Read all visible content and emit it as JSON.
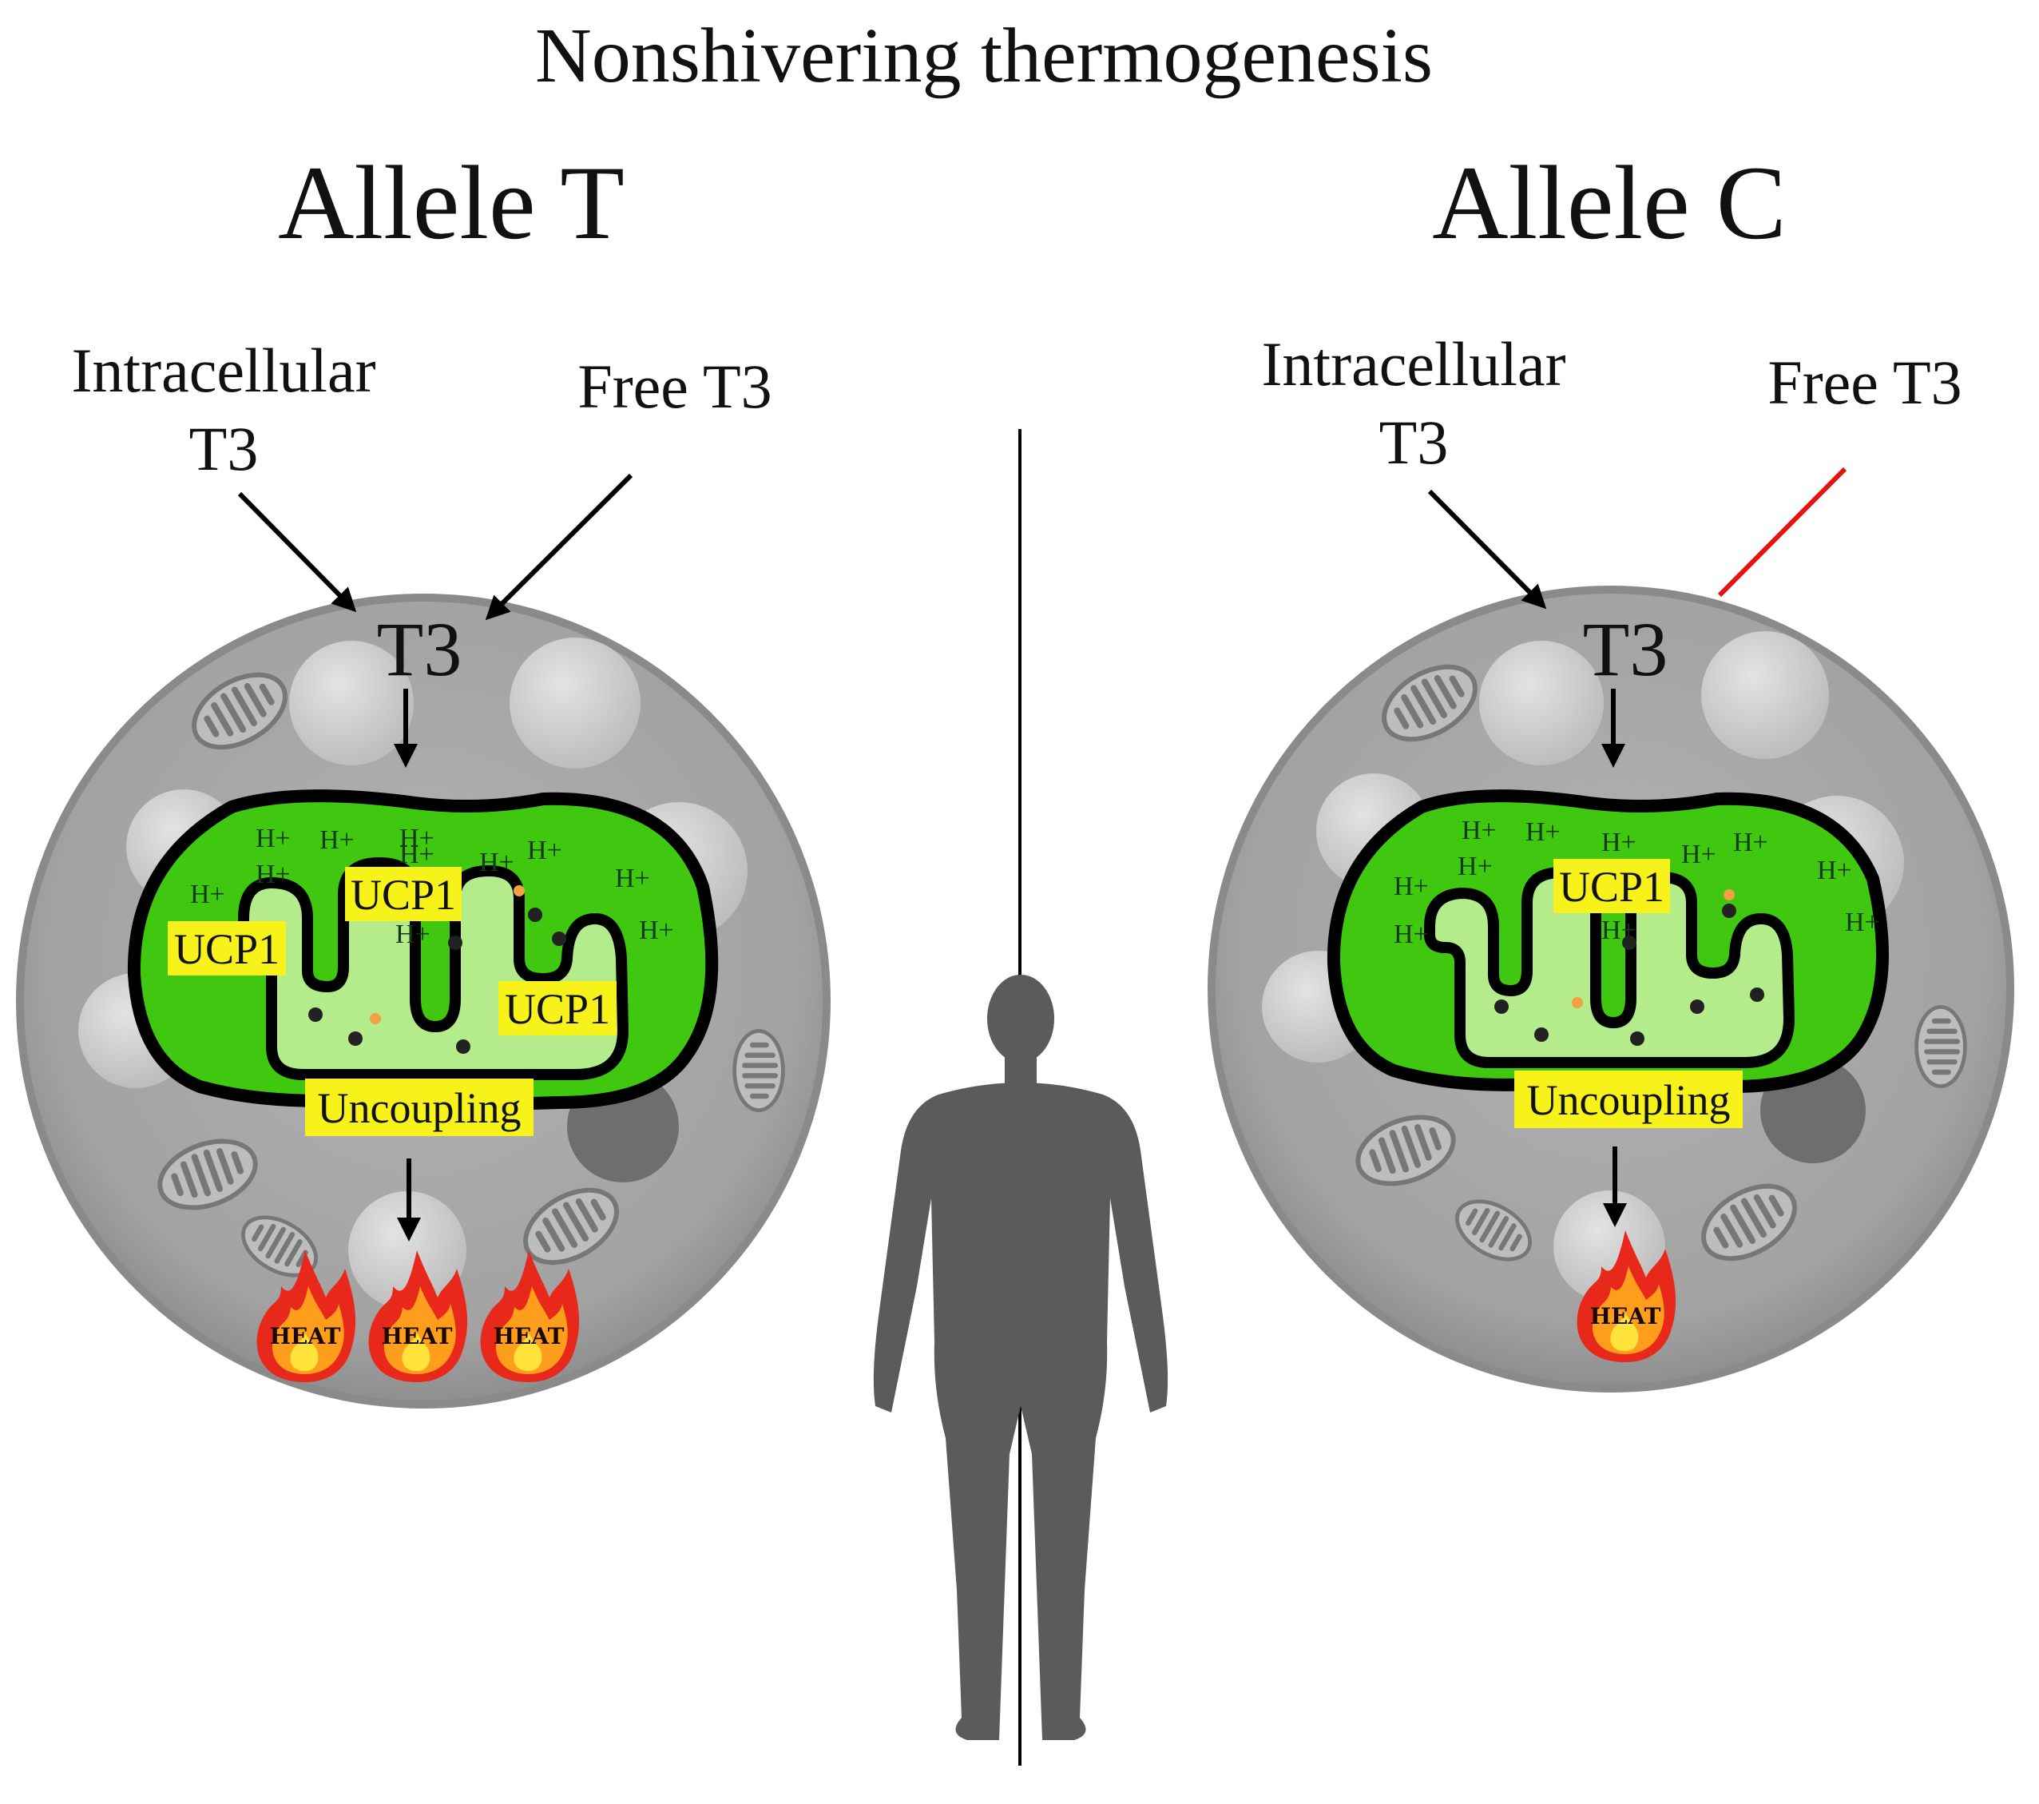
{
  "title": "Nonshivering thermogenesis",
  "left": {
    "allele": "Allele T",
    "intracellular_1": "Intracellular",
    "intracellular_2": "T3",
    "free_t3": "Free T3",
    "t3": "T3",
    "ucp1_a": "UCP1",
    "ucp1_b": "UCP1",
    "ucp1_c": "UCP1",
    "uncoupling": "Uncoupling",
    "heat_1": "HEAT",
    "heat_2": "HEAT",
    "heat_3": "HEAT",
    "protons": [
      "H+",
      "H+",
      "H+",
      "H+",
      "H+",
      "H+",
      "H+",
      "H+",
      "H+",
      "H+",
      "H+"
    ]
  },
  "right": {
    "allele": "Allele C",
    "intracellular_1": "Intracellular",
    "intracellular_2": "T3",
    "free_t3": "Free T3",
    "t3": "T3",
    "ucp1_a": "UCP1",
    "uncoupling": "Uncoupling",
    "heat_1": "HEAT",
    "protons": [
      "H+",
      "H+",
      "H+",
      "H+",
      "H+",
      "H+",
      "H+",
      "H+",
      "H+",
      "H+",
      "H+"
    ]
  },
  "colors": {
    "cell": "#a6a6a6",
    "cell_edge": "#8c8c8c",
    "mito_outer": "#3fc80f",
    "mito_inner": "#b4ec8c",
    "label_bg": "#f7f21a",
    "inhibition": "#e51414",
    "silhouette": "#5b5b5b"
  }
}
